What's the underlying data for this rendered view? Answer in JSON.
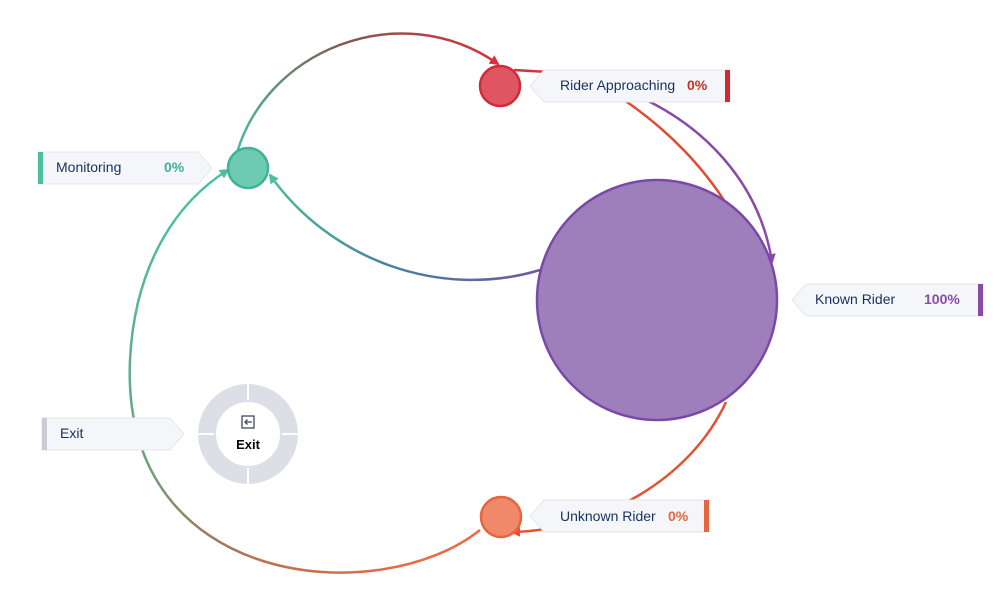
{
  "colors": {
    "monitoring": "#4bbfa0",
    "approaching": "#d8303c",
    "known": "#8a5aaa",
    "unknown": "#ec6a45",
    "exit": "#dddfe6",
    "text": "#16325c"
  },
  "states": {
    "monitoring": {
      "label": "Monitoring",
      "percent": "0%"
    },
    "approaching": {
      "label": "Rider Approaching",
      "percent": "0%"
    },
    "known": {
      "label": "Known Rider",
      "percent": "100%"
    },
    "unknown": {
      "label": "Unknown Rider",
      "percent": "0%"
    },
    "exit": {
      "label": "Exit",
      "center_label": "Exit",
      "icon": "exit-icon"
    }
  }
}
